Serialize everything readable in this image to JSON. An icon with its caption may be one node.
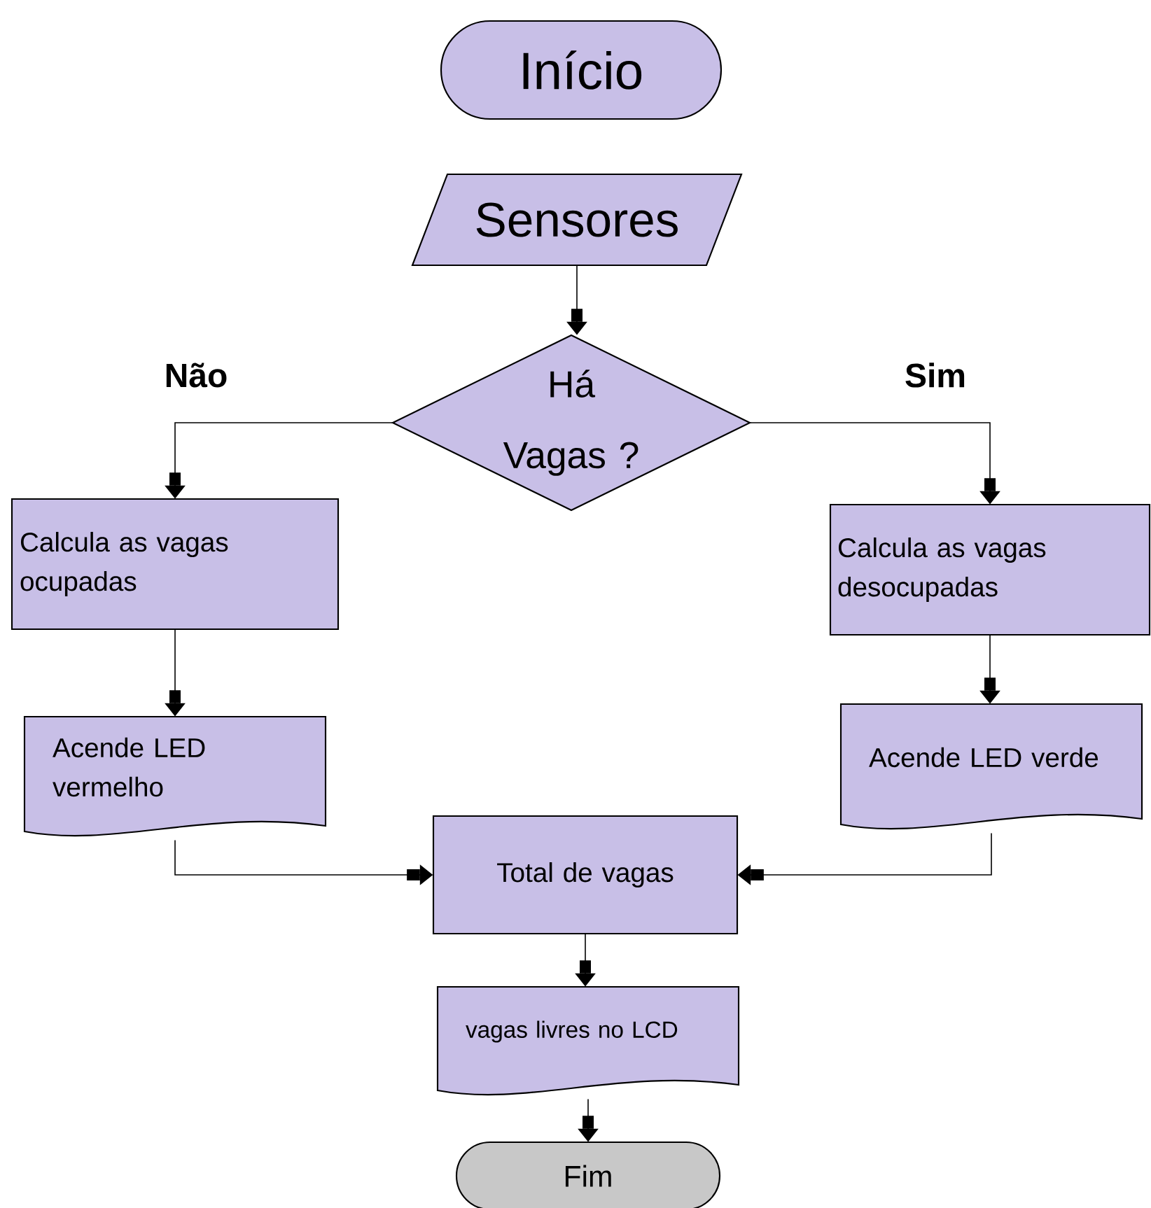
{
  "diagram": {
    "nodes": [
      {
        "text": [
          "Início"
        ]
      },
      {
        "text": [
          "Sensores"
        ]
      },
      {
        "text": [
          "Há Vagas ?"
        ]
      },
      {
        "text": [
          "Calcula as vagas ocupadas"
        ]
      },
      {
        "text": [
          "Calcula as vagas desocupadas"
        ]
      },
      {
        "text": [
          "Acende LED vermelho"
        ]
      },
      {
        "text": [
          "Acende LED verde"
        ]
      },
      {
        "text": [
          "Total de vagas"
        ]
      },
      {
        "text": [
          "vagas livres no LCD"
        ]
      },
      {
        "text": [
          "Fim"
        ]
      }
    ],
    "edges": [
      {
        "from": 1,
        "to": 2,
        "arrow": "to"
      },
      {
        "from": 2,
        "to": 3,
        "arrow": "to",
        "label": "Não"
      },
      {
        "from": 2,
        "to": 4,
        "arrow": "to",
        "label": "Sim"
      },
      {
        "from": 3,
        "to": 5,
        "arrow": "to"
      },
      {
        "from": 4,
        "to": 6,
        "arrow": "to"
      },
      {
        "from": 5,
        "to": 7,
        "arrow": "to"
      },
      {
        "from": 6,
        "to": 7,
        "arrow": "to"
      },
      {
        "from": 7,
        "to": 8,
        "arrow": "to"
      },
      {
        "from": 8,
        "to": 9,
        "arrow": "to"
      }
    ]
  }
}
